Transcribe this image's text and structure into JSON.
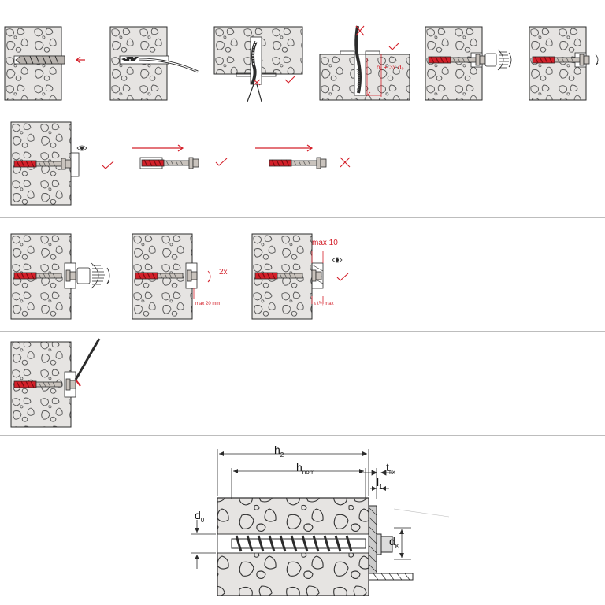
{
  "colors": {
    "concrete": "#e6e4e2",
    "outline": "#2b2b2b",
    "anchor_red": "#d4202a",
    "steel": "#c9c3bd",
    "divider": "#bdbdbd"
  },
  "icons": [
    "drill-bit-icon",
    "blow-pump-icon",
    "brush-icon",
    "eye-icon",
    "wrench-icon",
    "check-icon",
    "cross-icon",
    "arrow-icon"
  ],
  "step1": {
    "depth_label": "h₁ + 3x d₀"
  },
  "step3": {
    "retorque_label": "2x",
    "gap_label": "max 20 mm",
    "max_label": "max 10",
    "tfix_label": "≤ tᶠᴵˣ, max"
  },
  "dimension": {
    "h2": "h",
    "h2_sub": "2",
    "hnom": "h",
    "hnom_sub": "nom",
    "tfix": "t",
    "tfix_sub": "fix",
    "l1": "l",
    "l1_sub": "1",
    "d0": "d",
    "d0_sub": "0",
    "dk": "d",
    "dk_sub": "K"
  }
}
